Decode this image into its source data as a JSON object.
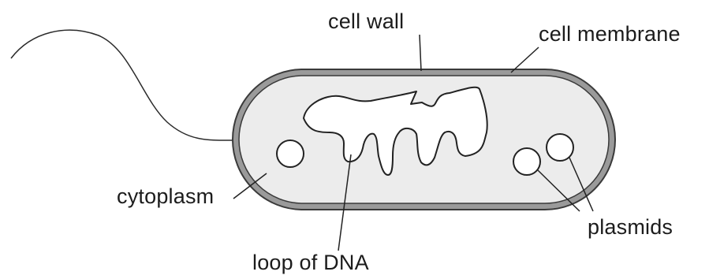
{
  "labels": {
    "cell_wall": "cell wall",
    "cell_membrane": "cell membrane",
    "cytoplasm": "cytoplasm",
    "plasmids": "plasmids",
    "loop_of_dna": "loop of DNA"
  },
  "colors": {
    "background": "#ffffff",
    "outline": "#3a3a3a",
    "cell_wall_fill": "#9a9a9a",
    "cytoplasm_fill": "#ececec",
    "ink": "#1c1c1c"
  }
}
